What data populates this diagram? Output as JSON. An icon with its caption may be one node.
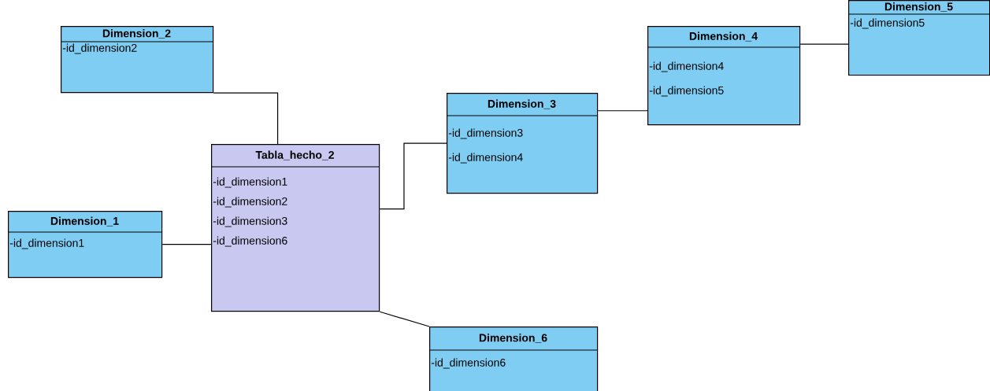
{
  "diagram": {
    "nodes": [
      {
        "text": [
          "Dimension_2",
          "-id_dimension2"
        ]
      },
      {
        "text": [
          "Dimension_4",
          "-id_dimension4",
          "-id_dimension5"
        ]
      },
      {
        "text": [
          "Dimension_5",
          "-id_dimension5"
        ]
      },
      {
        "text": [
          "Dimension_3",
          "-id_dimension3",
          "-id_dimension4"
        ]
      },
      {
        "text": [
          "Tabla_hecho_2",
          "-id_dimension1",
          "-id_dimension2",
          "-id_dimension3",
          "-id_dimension6"
        ]
      },
      {
        "text": [
          "Dimension_1",
          "-id_dimension1"
        ]
      },
      {
        "text": [
          "Dimension_6",
          "-id_dimension6"
        ]
      }
    ],
    "edges": [
      {
        "from": 0,
        "to": 4,
        "arrow": "none"
      },
      {
        "from": 5,
        "to": 4,
        "arrow": "none"
      },
      {
        "from": 4,
        "to": 3,
        "arrow": "none"
      },
      {
        "from": 3,
        "to": 1,
        "arrow": "none"
      },
      {
        "from": 1,
        "to": 2,
        "arrow": "none"
      },
      {
        "from": 4,
        "to": 6,
        "arrow": "none"
      }
    ]
  }
}
